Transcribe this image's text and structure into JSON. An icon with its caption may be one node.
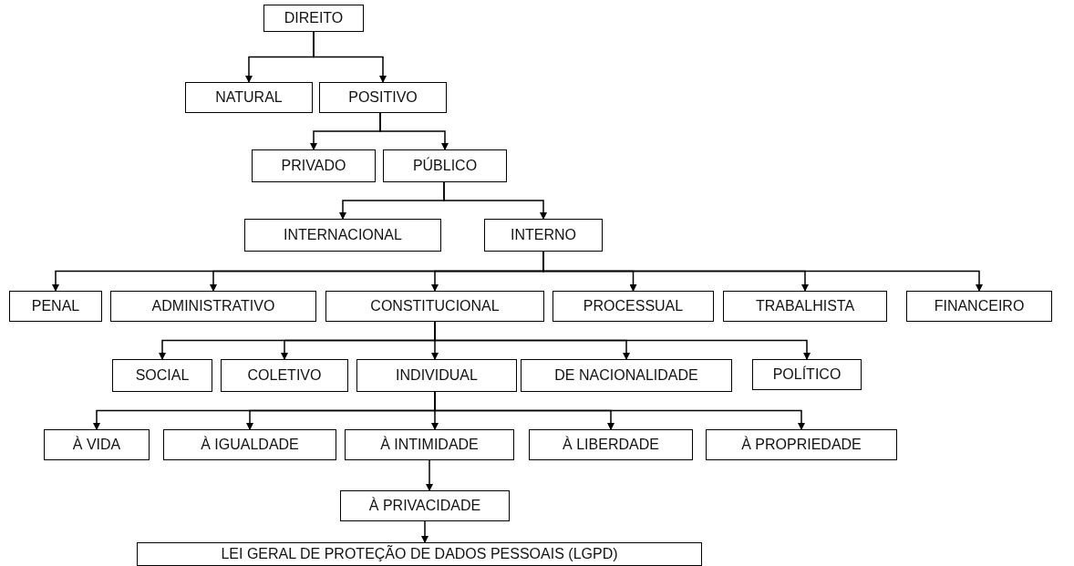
{
  "diagram": {
    "nodes": [
      {
        "text": [
          "DIREITO"
        ]
      },
      {
        "text": [
          "NATURAL"
        ]
      },
      {
        "text": [
          "POSITIVO"
        ]
      },
      {
        "text": [
          "PRIVADO"
        ]
      },
      {
        "text": [
          "PÚBLICO"
        ]
      },
      {
        "text": [
          "INTERNACIONAL"
        ]
      },
      {
        "text": [
          "INTERNO"
        ]
      },
      {
        "text": [
          "PENAL"
        ]
      },
      {
        "text": [
          "ADMINISTRATIVO"
        ]
      },
      {
        "text": [
          "CONSTITUCIONAL"
        ]
      },
      {
        "text": [
          "PROCESSUAL"
        ]
      },
      {
        "text": [
          "TRABALHISTA"
        ]
      },
      {
        "text": [
          "FINANCEIRO"
        ]
      },
      {
        "text": [
          "SOCIAL"
        ]
      },
      {
        "text": [
          "COLETIVO"
        ]
      },
      {
        "text": [
          "INDIVIDUAL"
        ]
      },
      {
        "text": [
          "DE NACIONALIDADE"
        ]
      },
      {
        "text": [
          "POLÍTICO"
        ]
      },
      {
        "text": [
          "À VIDA"
        ]
      },
      {
        "text": [
          "À IGUALDADE"
        ]
      },
      {
        "text": [
          "À INTIMIDADE"
        ]
      },
      {
        "text": [
          "À LIBERDADE"
        ]
      },
      {
        "text": [
          "À PROPRIEDADE"
        ]
      },
      {
        "text": [
          "À PRIVACIDADE"
        ]
      },
      {
        "text": [
          "LEI GERAL DE PROTEÇÃO DE DADOS PESSOAIS (LGPD)"
        ]
      }
    ],
    "edges": [
      {
        "from": 0,
        "to": 1,
        "arrow": "to"
      },
      {
        "from": 0,
        "to": 2,
        "arrow": "to"
      },
      {
        "from": 2,
        "to": 3,
        "arrow": "to"
      },
      {
        "from": 2,
        "to": 4,
        "arrow": "to"
      },
      {
        "from": 4,
        "to": 5,
        "arrow": "to"
      },
      {
        "from": 4,
        "to": 6,
        "arrow": "to"
      },
      {
        "from": 6,
        "to": 7,
        "arrow": "to"
      },
      {
        "from": 6,
        "to": 8,
        "arrow": "to"
      },
      {
        "from": 6,
        "to": 9,
        "arrow": "to"
      },
      {
        "from": 6,
        "to": 10,
        "arrow": "to"
      },
      {
        "from": 6,
        "to": 11,
        "arrow": "to"
      },
      {
        "from": 6,
        "to": 12,
        "arrow": "to"
      },
      {
        "from": 9,
        "to": 13,
        "arrow": "to"
      },
      {
        "from": 9,
        "to": 14,
        "arrow": "to"
      },
      {
        "from": 9,
        "to": 15,
        "arrow": "to"
      },
      {
        "from": 9,
        "to": 16,
        "arrow": "to"
      },
      {
        "from": 9,
        "to": 17,
        "arrow": "to"
      },
      {
        "from": 15,
        "to": 18,
        "arrow": "to"
      },
      {
        "from": 15,
        "to": 19,
        "arrow": "to"
      },
      {
        "from": 15,
        "to": 20,
        "arrow": "to"
      },
      {
        "from": 15,
        "to": 21,
        "arrow": "to"
      },
      {
        "from": 15,
        "to": 22,
        "arrow": "to"
      },
      {
        "from": 20,
        "to": 23,
        "arrow": "to"
      },
      {
        "from": 23,
        "to": 24,
        "arrow": "to"
      }
    ]
  }
}
